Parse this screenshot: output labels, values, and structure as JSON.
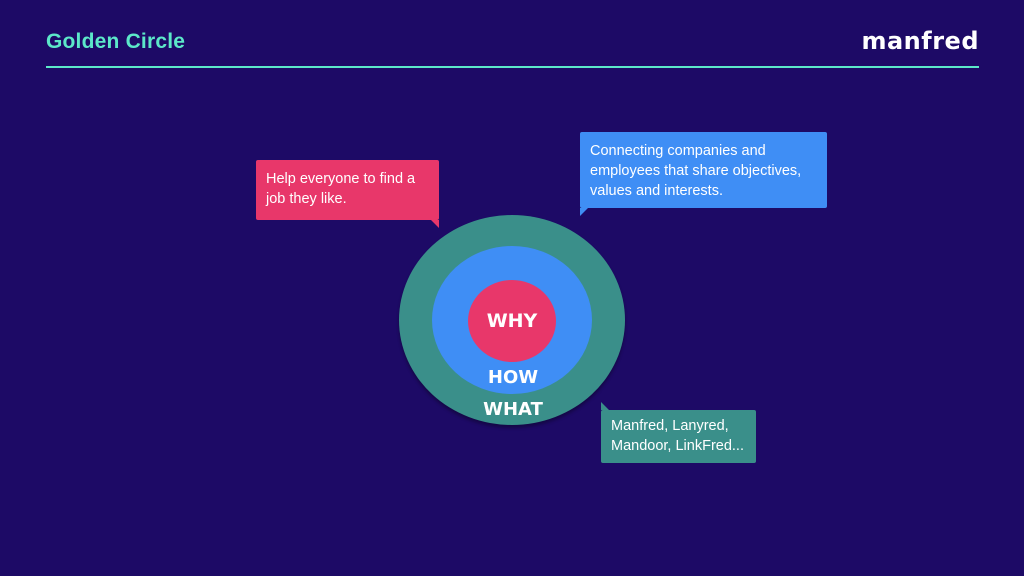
{
  "header": {
    "title": "Golden Circle",
    "logo_text": "manfred"
  },
  "diagram": {
    "rings": {
      "inner": "WHY",
      "middle": "HOW",
      "outer": "WHAT"
    },
    "callouts": {
      "why": "Help everyone to find a job they like.",
      "how": "Connecting companies and employees that share objectives, values and interests.",
      "what": "Manfred, Lanyred, Mandoor, LinkFred..."
    }
  },
  "colors": {
    "background": "#1d0a66",
    "accent": "#5ce8c9",
    "why": "#e8376a",
    "how": "#3f8ef5",
    "what": "#3a8f8a"
  }
}
